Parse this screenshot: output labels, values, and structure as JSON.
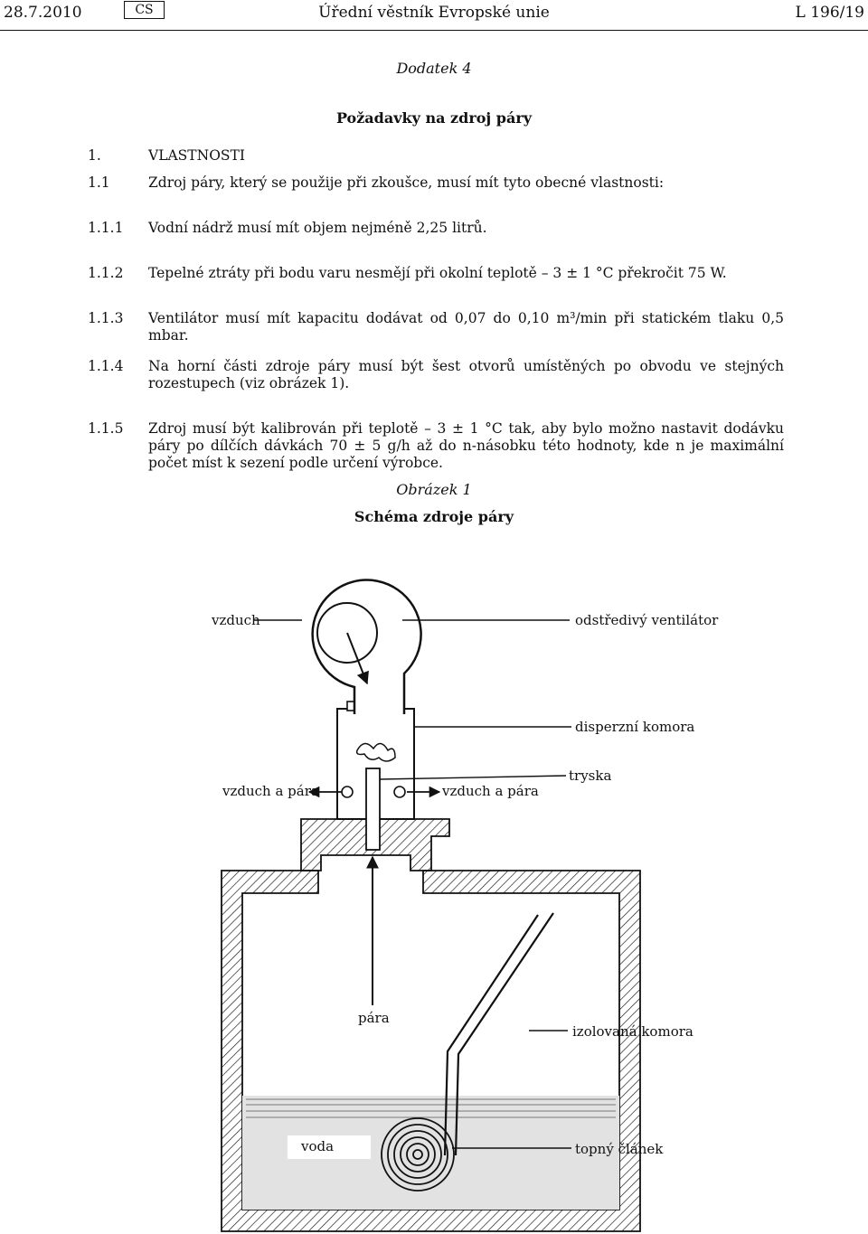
{
  "header": {
    "date": "28.7.2010",
    "lang": "CS",
    "journal": "Úřední věstník Evropské unie",
    "ref": "L 196/19"
  },
  "appendix": "Dodatek 4",
  "title": "Požadavky na zdroj páry",
  "items": [
    {
      "num": "1.",
      "text": "VLASTNOSTI"
    },
    {
      "num": "1.1",
      "text": "Zdroj páry, který se použije při zkoušce, musí mít tyto obecné vlastnosti:"
    },
    {
      "num": "1.1.1",
      "text": "Vodní nádrž musí mít objem nejméně 2,25 litrů."
    },
    {
      "num": "1.1.2",
      "text": "Tepelné ztráty při bodu varu nesmějí při okolní teplotě – 3 ± 1 °C překročit 75 W."
    },
    {
      "num": "1.1.3",
      "text": "Ventilátor musí mít kapacitu dodávat od 0,07 do 0,10 m³/min při statickém tlaku 0,5 mbar."
    },
    {
      "num": "1.1.4",
      "text": "Na horní části zdroje páry musí být šest otvorů umístěných po obvodu ve stejných rozestupech (viz obrázek 1)."
    },
    {
      "num": "1.1.5",
      "text": "Zdroj musí být kalibrován při teplotě – 3 ± 1 °C tak, aby bylo možno nastavit dodávku páry po dílčích dávkách 70 ± 5 g/h až do n-násobku této hodnoty, kde n je maximální počet míst k sezení podle určení výrobce."
    }
  ],
  "figure": {
    "label": "Obrázek 1",
    "title": "Schéma zdroje páry",
    "labels": {
      "air": "vzduch",
      "fan": "odstředivý ventilátor",
      "chamber": "disperzní komora",
      "nozzle": "tryska",
      "air_steam_left": "vzduch a pára",
      "air_steam_right": "vzduch a pára",
      "steam": "pára",
      "insulated": "izolovaná komora",
      "water": "voda",
      "heater": "topný článek"
    }
  }
}
